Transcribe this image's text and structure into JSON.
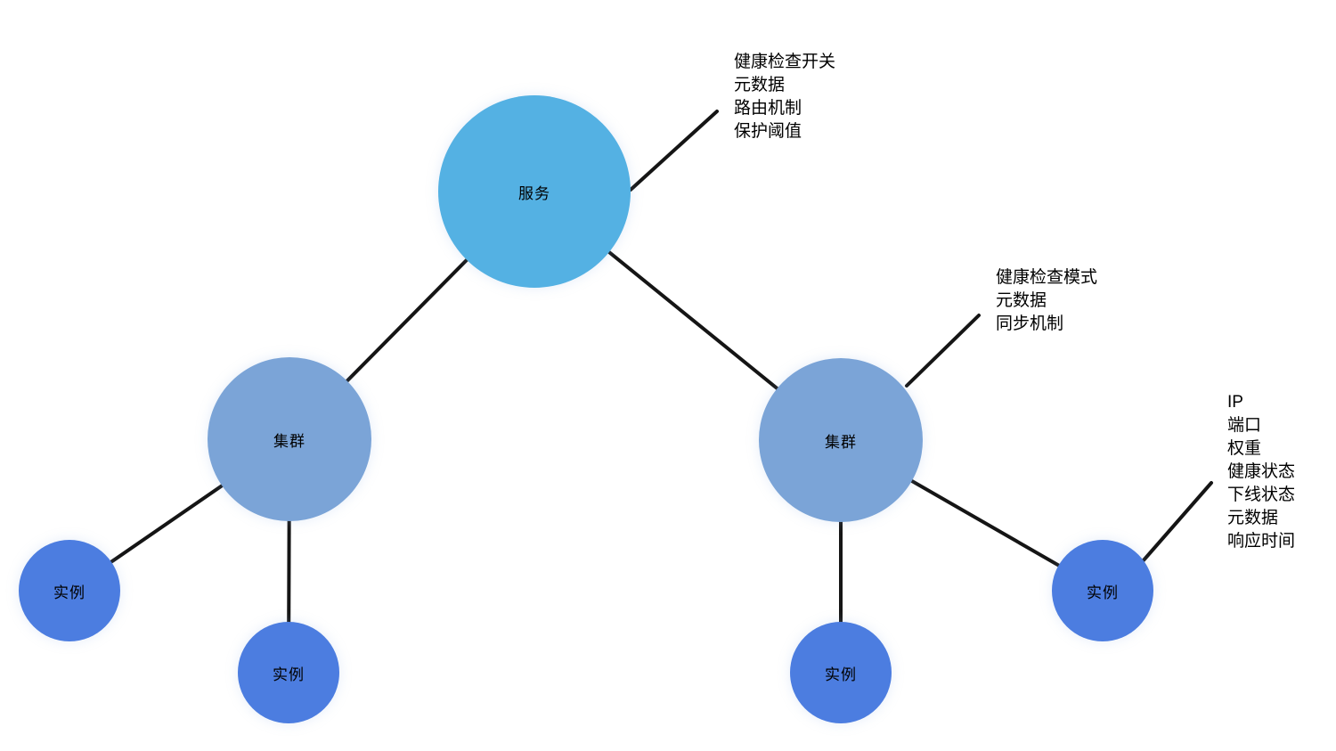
{
  "colors": {
    "service_fill": "#54B1E3",
    "cluster_fill": "#7BA4D7",
    "instance_fill": "#4C7DE0",
    "edge_color": "#151515",
    "text_color": "#000000",
    "background": "#FFFFFF"
  },
  "nodes": {
    "service": {
      "label": "服务",
      "type": "service"
    },
    "cluster_left": {
      "label": "集群",
      "type": "cluster"
    },
    "cluster_right": {
      "label": "集群",
      "type": "cluster"
    },
    "instance_left_outer": {
      "label": "实例",
      "type": "instance"
    },
    "instance_left_inner": {
      "label": "实例",
      "type": "instance"
    },
    "instance_right_inner": {
      "label": "实例",
      "type": "instance"
    },
    "instance_right_outer": {
      "label": "实例",
      "type": "instance"
    }
  },
  "annotations": {
    "service_properties": {
      "lines": [
        "健康检查开关",
        "元数据",
        "路由机制",
        "保护阈值"
      ]
    },
    "cluster_properties": {
      "lines": [
        "健康检查模式",
        "元数据",
        "同步机制"
      ]
    },
    "instance_properties": {
      "lines": [
        "IP",
        "端口",
        "权重",
        "健康状态",
        "下线状态",
        "元数据",
        "响应时间"
      ]
    }
  }
}
